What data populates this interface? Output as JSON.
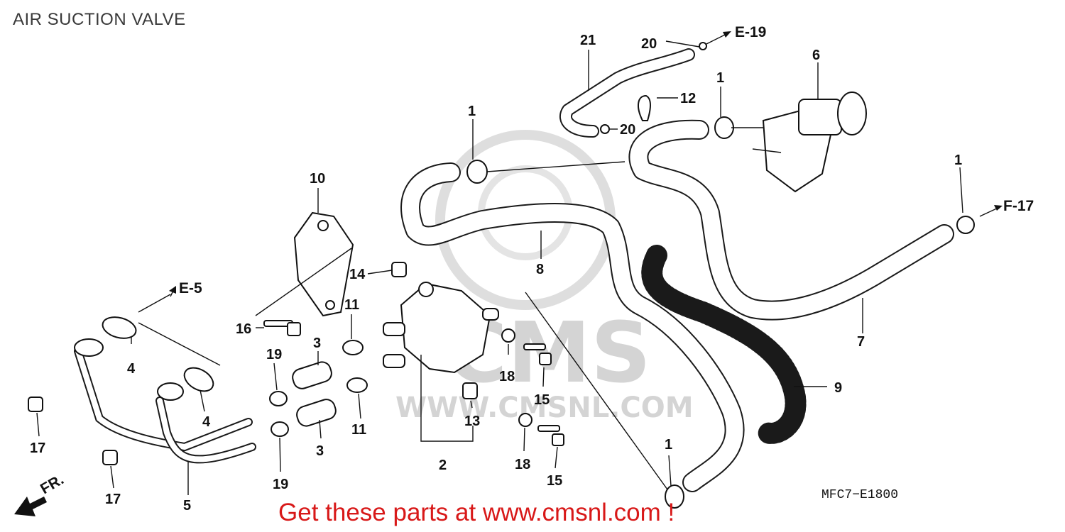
{
  "title": "AIR SUCTION VALVE",
  "diagram_code": "MFC7−E1800",
  "promo_text": "Get these parts at www.cmsnl.com !",
  "watermark": {
    "brand": "CMS",
    "site": "WWW.CMSNL.COM"
  },
  "orientation_label": "FR.",
  "references": {
    "e19": "E-19",
    "e5": "E-5",
    "f17": "F-17"
  },
  "part_labels": {
    "p21": "21",
    "p20a": "20",
    "p20b": "20",
    "p6": "6",
    "p1a": "1",
    "p12": "12",
    "p1b": "1",
    "p1c": "1",
    "p10": "10",
    "p8": "8",
    "p14": "14",
    "p7": "7",
    "p11a": "11",
    "p16": "16",
    "p3a": "3",
    "p19a": "19",
    "p4a": "4",
    "p4b": "4",
    "p18a": "18",
    "p15a": "15",
    "p9": "9",
    "p13": "13",
    "p11b": "11",
    "p3b": "3",
    "p17a": "17",
    "p17b": "17",
    "p18b": "18",
    "p15b": "15",
    "p2": "2",
    "p1d": "1",
    "p19b": "19",
    "p5": "5"
  },
  "colors": {
    "promo": "#d81818",
    "watermark": "#d4d4d4",
    "line": "#111111"
  }
}
